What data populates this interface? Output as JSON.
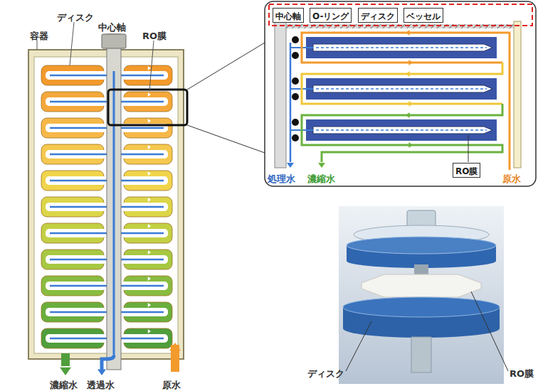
{
  "diagram": {
    "nodes": [
      {
        "text": [
          "中心軸"
        ]
      },
      {
        "text": [
          "O-リング"
        ]
      },
      {
        "text": [
          "ディスク"
        ]
      },
      {
        "text": [
          "ベッセル"
        ]
      },
      {
        "text": [
          "RO膜"
        ]
      }
    ],
    "labels": [
      "ディスク",
      "容器",
      "中心軸",
      "RO膜",
      "濃縮水",
      "透過水",
      "原水",
      "処理水",
      "濃縮水",
      "原水",
      "ディスク",
      "RO膜"
    ]
  }
}
